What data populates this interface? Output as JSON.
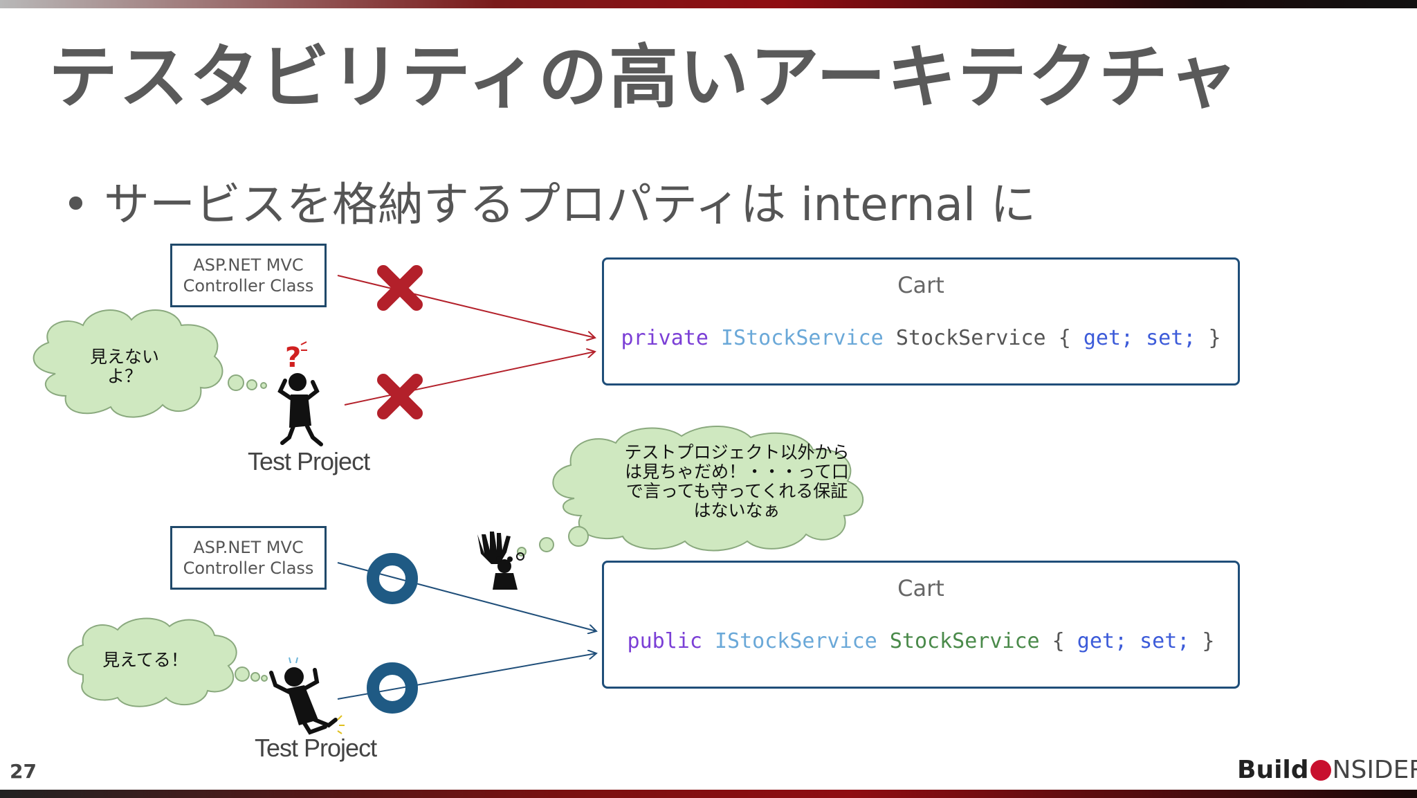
{
  "slide": {
    "title": "テスタビリティの高いアーキテクチャ",
    "bullet": "サービスを格納するプロパティは internal に",
    "page_number": "27"
  },
  "top_diagram": {
    "controller_line1": "ASP.NET MVC",
    "controller_line2": "Controller Class",
    "test_project_label": "Test Project",
    "bubble_line1": "見えない",
    "bubble_line2": "よ？",
    "cart_title": "Cart",
    "code": {
      "modifier": "private",
      "type": "IStockService",
      "name": "StockService",
      "open": "{",
      "get": "get;",
      "set": "set;",
      "close": "}"
    }
  },
  "bottom_diagram": {
    "controller_line1": "ASP.NET MVC",
    "controller_line2": "Controller Class",
    "test_project_label": "Test Project",
    "bubble_text": "見えてる！",
    "cart_title": "Cart",
    "code": {
      "modifier": "public",
      "type": "IStockService",
      "name": "StockService",
      "open": "{",
      "get": "get;",
      "set": "set;",
      "close": "}"
    }
  },
  "big_bubble": {
    "line1": "テストプロジェクト以外から",
    "line2": "は見ちゃだめ！・・・って口",
    "line3": "で言っても守ってくれる保証",
    "line4": "はないなぁ"
  },
  "logo": {
    "part1": "Build",
    "part2": "NSIDER"
  },
  "colors": {
    "accent_red": "#b3202a",
    "dark_blue": "#1f4e79",
    "bubble_green": "#cfe8c0"
  }
}
